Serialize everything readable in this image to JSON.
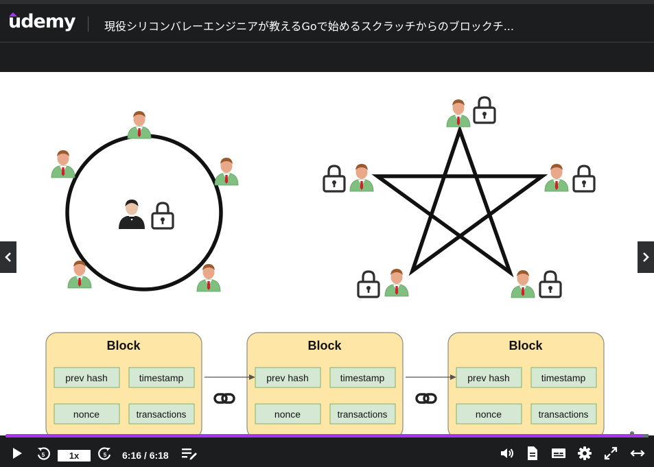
{
  "header": {
    "logo_text": "udemy",
    "course_title": "現役シリコンバレーエンジニアが教えるGoで始めるスクラッチからのブロックチ..."
  },
  "slide": {
    "blocks": [
      {
        "title": "Block",
        "fields": [
          "prev hash",
          "timestamp",
          "nonce",
          "transactions"
        ]
      },
      {
        "title": "Block",
        "fields": [
          "prev hash",
          "timestamp",
          "nonce",
          "transactions"
        ]
      },
      {
        "title": "Block",
        "fields": [
          "prev hash",
          "timestamp",
          "nonce",
          "transactions"
        ]
      }
    ]
  },
  "player": {
    "speed": "1x",
    "time": "6:16 / 6:18",
    "progress": 0.995,
    "accent": "#a435f0"
  }
}
